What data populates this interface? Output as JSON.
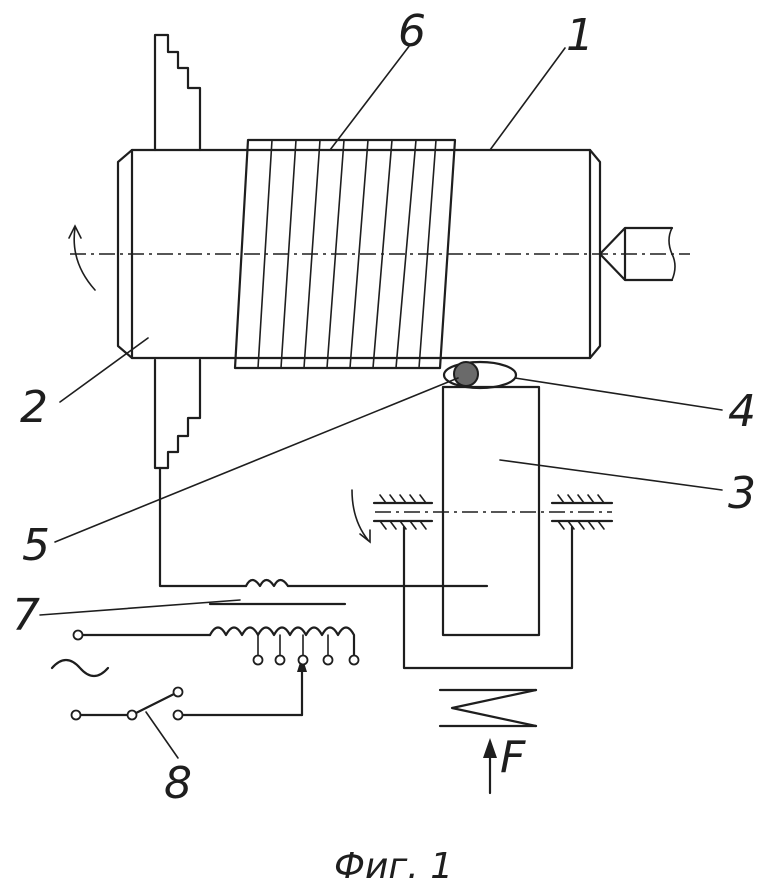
{
  "labels": {
    "workpiece": "1",
    "chuck": "2",
    "roller_support": "3",
    "roller_end": "4",
    "contact_roller": "5",
    "coating": "6",
    "transformer": "7",
    "switch": "8",
    "force": "F"
  },
  "caption": "Фиг. 1"
}
